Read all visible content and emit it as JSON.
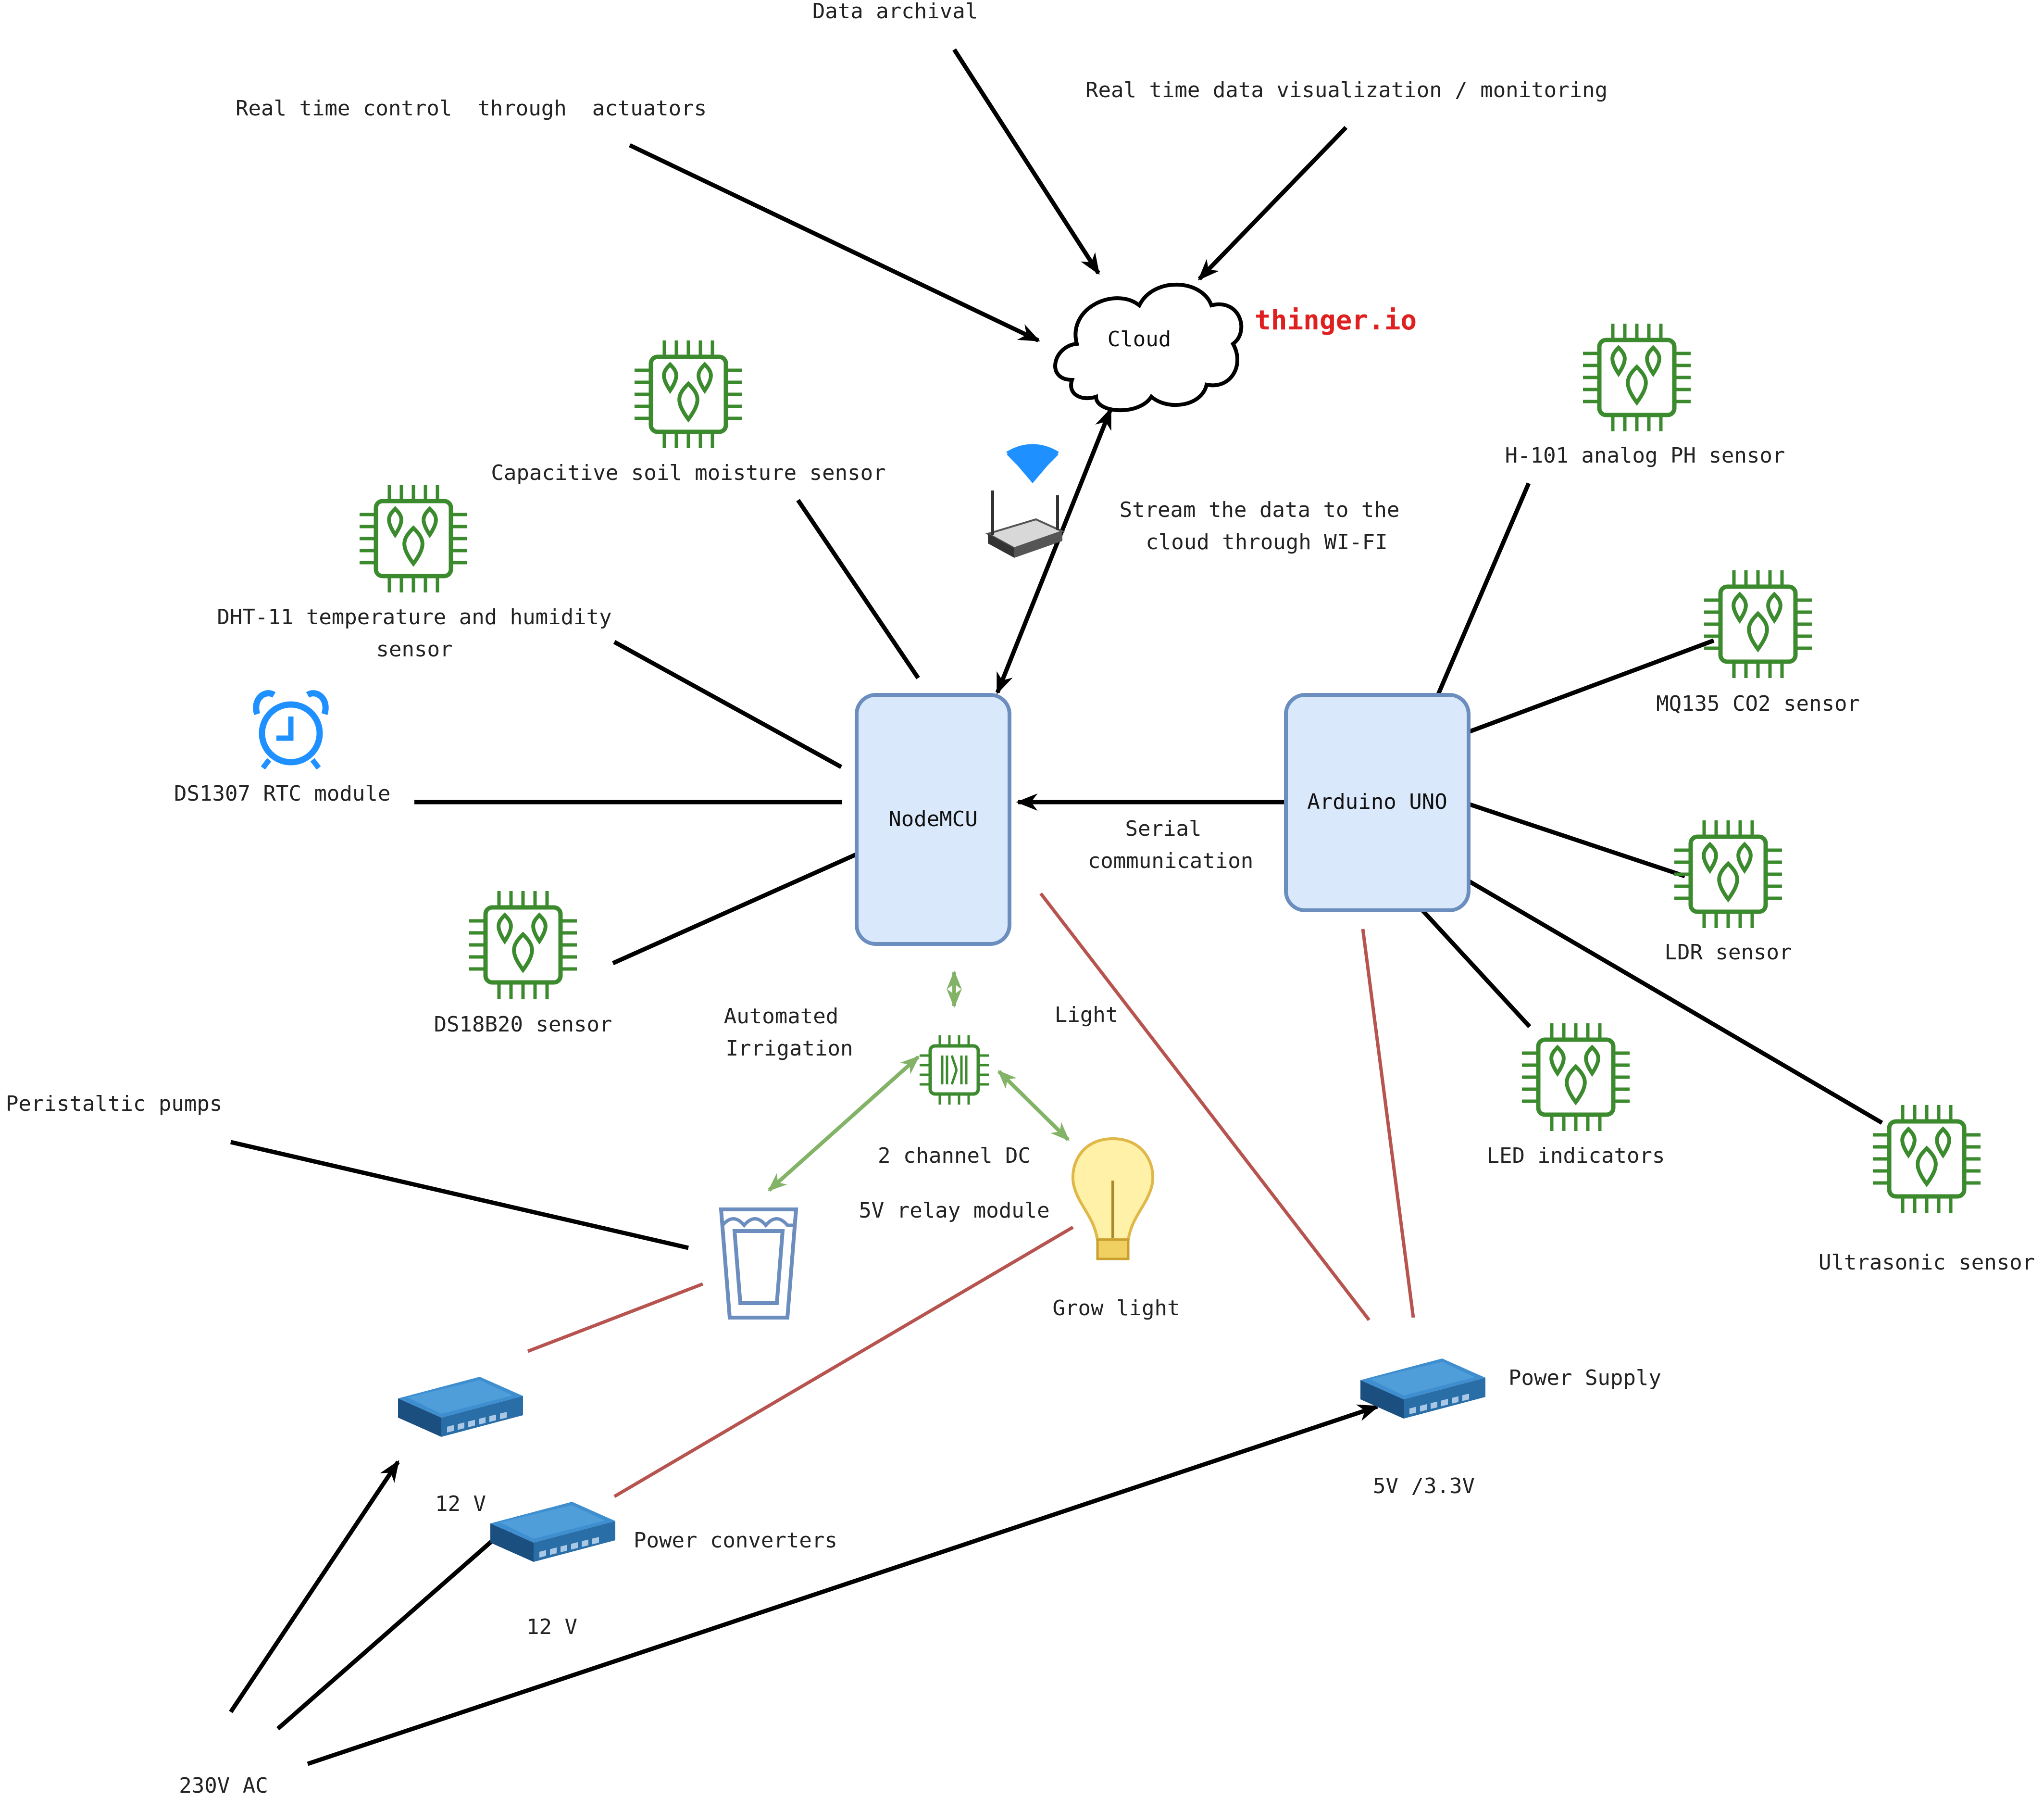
{
  "nodes": {
    "cloud": "Cloud",
    "nodemcu": "NodeMCU",
    "arduino": "Arduino UNO",
    "relay_line1": "2 channel DC",
    "relay_line2": "5V relay module"
  },
  "brand": {
    "text": "thinger.io",
    "color": "#e02020"
  },
  "labels": {
    "data_archival": "Data archival",
    "realtime_control": "Real time control  through  actuators",
    "realtime_viz": "Real time data visualization / monitoring",
    "stream_line1": "Stream the data to the",
    "stream_line2": "cloud through WI-FI",
    "capacitive": "Capacitive soil moisture sensor",
    "dht_line1": "DHT-11 temperature and humidity",
    "dht_line2": "sensor",
    "ds1307": "DS1307 RTC module",
    "ds18b20": "DS18B20 sensor",
    "serial_line1": "Serial",
    "serial_line2": "communication",
    "irrigation_line1": "Automated",
    "irrigation_line2": "Irrigation",
    "light": "Light",
    "peristaltic": "Peristaltic pumps",
    "grow_light": "Grow light",
    "h101": "H-101 analog PH sensor",
    "mq135": "MQ135 CO2 sensor",
    "ldr": "LDR sensor",
    "led": "LED indicators",
    "ultrasonic": "Ultrasonic sensor",
    "power_supply": "Power Supply",
    "v_5_33": "5V /3.3V",
    "v12_a": "12 V",
    "v12_b": "12 V",
    "power_converters": "Power converters",
    "ac": "230V AC"
  },
  "icons": {
    "sensor": "sensor-chip-icon",
    "relay": "relay-chip-icon",
    "clock": "alarm-clock-icon",
    "router": "wifi-router-icon",
    "glass": "water-glass-icon",
    "bulb": "light-bulb-icon",
    "switch": "network-switch-icon"
  },
  "colors": {
    "box_fill": "#dae8fc",
    "box_stroke": "#6c8ebf",
    "sensor_green": "#3c8a2e",
    "power_line": "#b85450",
    "relay_arrow": "#82b366",
    "wifi_blue": "#1e90ff",
    "clock_blue": "#1e90ff"
  }
}
